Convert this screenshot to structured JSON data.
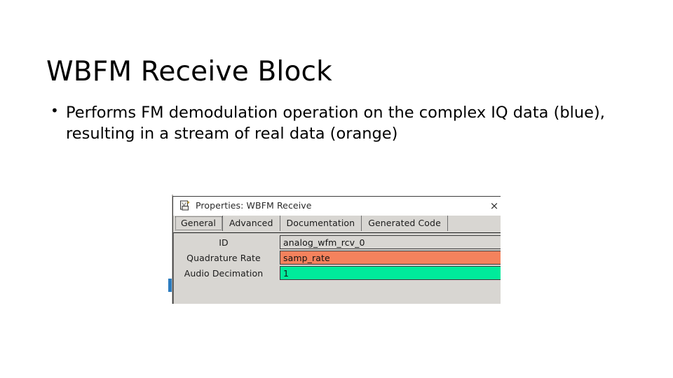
{
  "slide": {
    "title": "WBFM Receive Block",
    "bullets": [
      {
        "glyph": "•",
        "text": "Performs FM demodulation operation on the complex IQ data (blue), resulting in a stream of real data (orange)"
      }
    ]
  },
  "dialog": {
    "icon_name": "properties-document-icon",
    "title": "Properties: WBFM Receive",
    "close_label": "×",
    "tabs": [
      {
        "label": "General",
        "active": true
      },
      {
        "label": "Advanced",
        "active": false
      },
      {
        "label": "Documentation",
        "active": false
      },
      {
        "label": "Generated Code",
        "active": false
      }
    ],
    "fields": [
      {
        "label": "ID",
        "value": "analog_wfm_rcv_0",
        "state": "plain"
      },
      {
        "label": "Quadrature Rate",
        "value": "samp_rate",
        "state": "orange"
      },
      {
        "label": "Audio Decimation",
        "value": "1",
        "state": "green"
      }
    ]
  },
  "colors": {
    "slide_background": "#ffffff",
    "text": "#000000",
    "dialog_panel": "#d8d6d2",
    "field_orange": "#f4825d",
    "field_green": "#00eb9b",
    "edge_marker_blue": "#2b7cc0"
  }
}
